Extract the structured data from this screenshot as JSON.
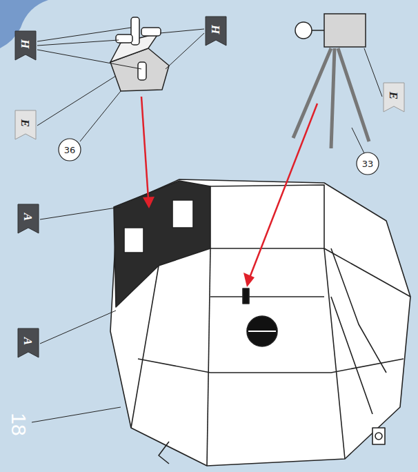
{
  "diagram": {
    "nodes": [
      {
        "text": [
          "H"
        ]
      },
      {
        "text": [
          "H"
        ]
      },
      {
        "text": [
          "E"
        ]
      },
      {
        "text": [
          "36"
        ]
      },
      {
        "text": [
          "33"
        ]
      },
      {
        "text": [
          "E"
        ]
      },
      {
        "text": [
          "A"
        ]
      },
      {
        "text": [
          "A"
        ]
      }
    ],
    "edges": [],
    "labels": [
      "18"
    ]
  }
}
